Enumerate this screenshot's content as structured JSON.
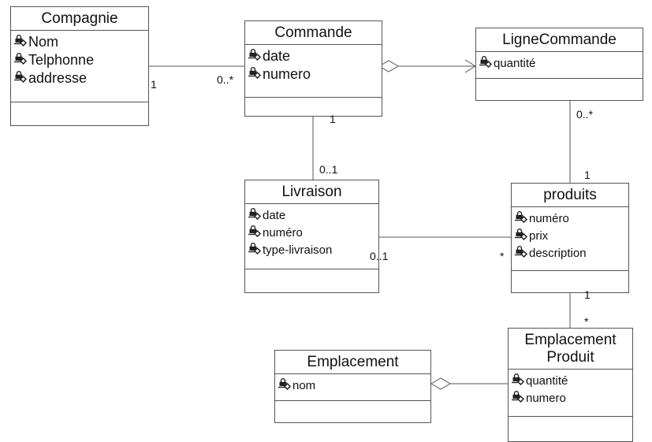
{
  "classes": {
    "compagnie": {
      "name": "Compagnie",
      "attributes": [
        "Nom",
        "Telphonne",
        "addresse"
      ]
    },
    "commande": {
      "name": "Commande",
      "attributes": [
        "date",
        "numero"
      ]
    },
    "ligne_commande": {
      "name": "LigneCommande",
      "attributes": [
        "quantité"
      ]
    },
    "livraison": {
      "name": "Livraison",
      "attributes": [
        "date",
        "numéro",
        "type-livraison"
      ]
    },
    "produits": {
      "name": "produits",
      "attributes": [
        "numéro",
        "prix",
        "description"
      ]
    },
    "emplacement": {
      "name": "Emplacement",
      "attributes": [
        "nom"
      ]
    },
    "emplacement_produit": {
      "name_line1": "Emplacement",
      "name_line2": "Produit",
      "attributes": [
        "quantité",
        "numero"
      ]
    }
  },
  "multiplicities": {
    "compagnie_commande_1": "1",
    "compagnie_commande_many": "0..*",
    "commande_livraison_1": "1",
    "commande_livraison_01": "0..1",
    "ligne_produits_many": "0..*",
    "ligne_produits_1": "1",
    "livraison_produits_01": "0..1",
    "livraison_produits_many": "*",
    "produits_emplacement_1": "1",
    "produits_emplacement_many": "*"
  },
  "icon": "attribute-key-icon"
}
